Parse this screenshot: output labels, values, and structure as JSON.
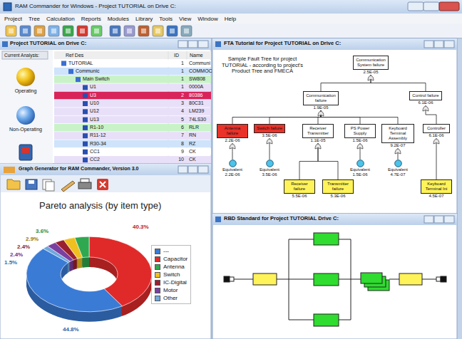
{
  "diagram": {
    "title": "RAM Commander for Windows - Project TUTORIAL on Drive C:",
    "nodes": [
      {
        "text": [
          "Communication System failure",
          "2.5E-05"
        ]
      },
      {
        "text": [
          "Communication failure",
          "1.9E-05"
        ]
      },
      {
        "text": [
          "Control failure",
          "6.1E-06"
        ]
      },
      {
        "text": [
          "Antenna failure",
          "2.2E-06"
        ]
      },
      {
        "text": [
          "Switch failure",
          "3.5E-06"
        ]
      },
      {
        "text": [
          "Receiver Transmitter",
          "1.1E-05"
        ]
      },
      {
        "text": [
          "PS Power Supply",
          "1.5E-06"
        ]
      },
      {
        "text": [
          "Keyboard Terminal Assembly",
          "9.2E-07"
        ]
      },
      {
        "text": [
          "Controller",
          "6.1E-06"
        ]
      },
      {
        "text": [
          "Equivalent",
          "2.2E-06"
        ]
      },
      {
        "text": [
          "Equivalent",
          "3.5E-06"
        ]
      },
      {
        "text": [
          "Equivalent",
          "1.5E-06"
        ]
      },
      {
        "text": [
          "Equivalent",
          "4.7E-07"
        ]
      },
      {
        "text": [
          "Receiver failure",
          "5.5E-06"
        ]
      },
      {
        "text": [
          "Transmitter failure",
          "5.3E-06"
        ]
      },
      {
        "text": [
          "Keyboard Terminal Ini",
          "4.5E-07"
        ]
      }
    ],
    "edges": [
      {
        "from": 0,
        "to": 1,
        "arrow": "none"
      },
      {
        "from": 0,
        "to": 2,
        "arrow": "none"
      },
      {
        "from": 1,
        "to": 3,
        "arrow": "none"
      },
      {
        "from": 1,
        "to": 4,
        "arrow": "none"
      },
      {
        "from": 1,
        "to": 5,
        "arrow": "none"
      },
      {
        "from": 1,
        "to": 6,
        "arrow": "none"
      },
      {
        "from": 1,
        "to": 7,
        "arrow": "none"
      },
      {
        "from": 2,
        "to": 8,
        "arrow": "none"
      },
      {
        "from": 3,
        "to": 9,
        "arrow": "none"
      },
      {
        "from": 4,
        "to": 10,
        "arrow": "none"
      },
      {
        "from": 6,
        "to": 11,
        "arrow": "none"
      },
      {
        "from": 7,
        "to": 12,
        "arrow": "none"
      },
      {
        "from": 5,
        "to": 13,
        "arrow": "none"
      },
      {
        "from": 5,
        "to": 14,
        "arrow": "none"
      },
      {
        "from": 8,
        "to": 15,
        "arrow": "none"
      }
    ],
    "labels": [
      "Project",
      "Tree",
      "Calculation",
      "Reports",
      "Modules",
      "Library",
      "Tools",
      "View",
      "Window",
      "Help",
      "Project TUTORIAL on Drive C:",
      "Current Analysis:",
      "Ref Des",
      "ID",
      "Name",
      "TUTORIAL",
      "1",
      "Communi",
      "Communic",
      "1",
      "COMMOC",
      "Main Switch",
      "1",
      "SW808",
      "U1",
      "1",
      "0000A",
      "U3",
      "2",
      "80386",
      "U10",
      "3",
      "80C31",
      "U12",
      "4",
      "LM239",
      "U13",
      "5",
      "74LS30",
      "R1-10",
      "6",
      "RLR",
      "R11-12",
      "7",
      "RN",
      "R30-34",
      "8",
      "RZ",
      "CC1",
      "9",
      "CK",
      "CC2",
      "10",
      "CK",
      "Operating",
      "Non-Operating",
      "Graph Generator for RAM Commander, Version 3.0",
      "Pareto analysis (by item type)",
      "3.6%",
      "2.9%",
      "2.4%",
      "2.4%",
      "1.5%",
      "40.3%",
      "44.8%",
      "FTA Tutorial for Project TUTORIAL on Drive C:",
      "Sample Fault Tree for project TUTORIAL - according to project's Product Tree and FMECA",
      "RBD Standard for Project TUTORIAL Drive C:"
    ],
    "legend": [
      {
        "text": "---",
        "color": "#3a7bd5"
      },
      {
        "text": "Capacitor",
        "color": "#e02a2a"
      },
      {
        "text": "Antenna",
        "color": "#2fa84f"
      },
      {
        "text": "Switch",
        "color": "#f0c020"
      },
      {
        "text": "IC-Digital",
        "color": "#9a2030"
      },
      {
        "text": "Motor",
        "color": "#7b3fa0"
      },
      {
        "text": "Other",
        "color": "#6fa8dc"
      }
    ]
  }
}
